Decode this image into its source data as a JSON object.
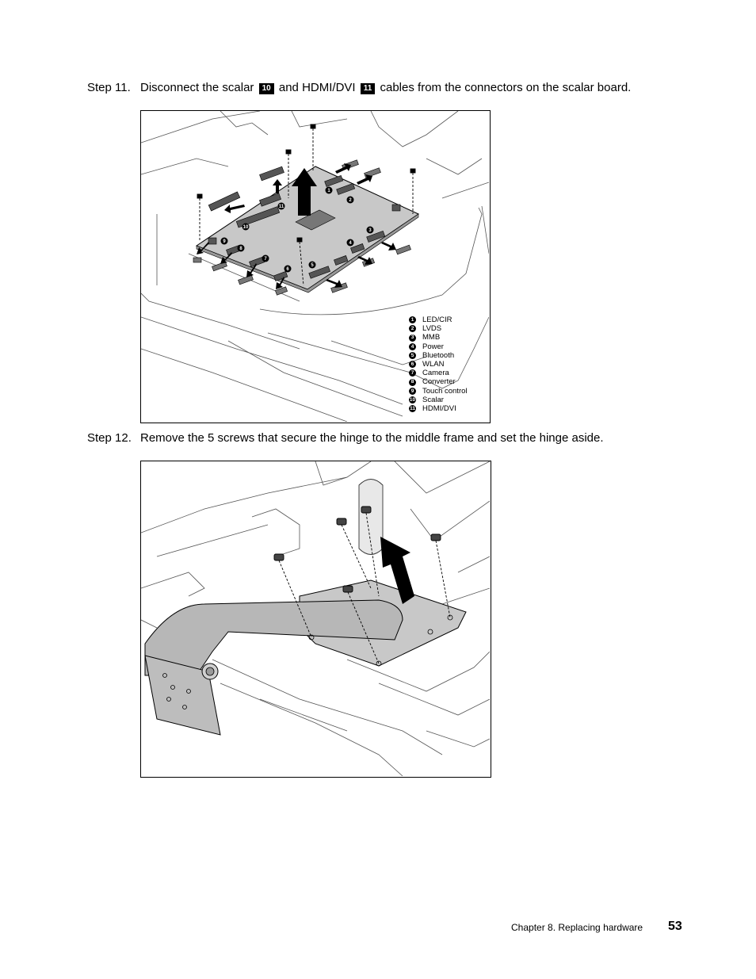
{
  "step11": {
    "number": "Step 11.",
    "text_a": "Disconnect the scalar",
    "tag_a": "10",
    "text_b": "and HDMI/DVI",
    "tag_b": "11",
    "text_c": "cables from the connectors on the scalar board."
  },
  "figure1": {
    "callouts": [
      "1",
      "2",
      "3",
      "4",
      "5",
      "6",
      "7",
      "8",
      "9",
      "10",
      "11"
    ],
    "legend": [
      {
        "n": "1",
        "label": "LED/CIR"
      },
      {
        "n": "2",
        "label": "LVDS"
      },
      {
        "n": "3",
        "label": "MMB"
      },
      {
        "n": "4",
        "label": "Power"
      },
      {
        "n": "5",
        "label": "Bluetooth"
      },
      {
        "n": "6",
        "label": "WLAN"
      },
      {
        "n": "7",
        "label": "Camera"
      },
      {
        "n": "8",
        "label": "Converter"
      },
      {
        "n": "9",
        "label": "Touch control"
      },
      {
        "n": "10",
        "label": "Scalar"
      },
      {
        "n": "11",
        "label": "HDMI/DVI"
      }
    ]
  },
  "step12": {
    "number": "Step 12.",
    "text": "Remove the 5 screws that secure the hinge to the middle frame and set the hinge aside."
  },
  "footer": {
    "chapter": "Chapter 8. Replacing hardware",
    "page": "53"
  }
}
